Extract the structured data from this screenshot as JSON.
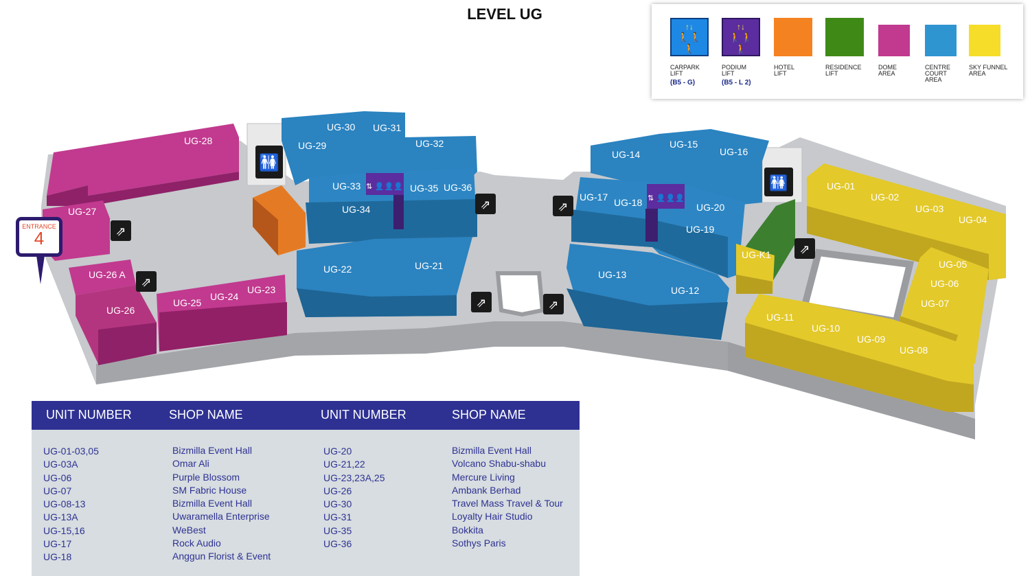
{
  "title": "LEVEL UG",
  "legend": [
    {
      "label": "CARPARK\nLIFT",
      "sub": "(B5 - G)",
      "color": "#1e88e5",
      "icon": "lift-icon"
    },
    {
      "label": "PODIUM\nLIFT",
      "sub": "(B5 - L 2)",
      "color": "#5b2d9e",
      "icon": "lift-icon"
    },
    {
      "label": "HOTEL\nLIFT",
      "sub": "",
      "color": "#f58220",
      "icon": ""
    },
    {
      "label": "RESIDENCE\nLIFT",
      "sub": "",
      "color": "#3f8a17",
      "icon": ""
    },
    {
      "label": "DOME\nAREA",
      "sub": "",
      "color": "#c13a8f",
      "icon": ""
    },
    {
      "label": "CENTRE\nCOURT\nAREA",
      "sub": "",
      "color": "#2f95d1",
      "icon": ""
    },
    {
      "label": "SKY FUNNEL\nAREA",
      "sub": "",
      "color": "#f5dd2a",
      "icon": ""
    }
  ],
  "entrance": {
    "label": "ENTRANCE",
    "number": "4"
  },
  "units": {
    "ug28": "UG-28",
    "ug27": "UG-27",
    "ug26a": "UG-26 A",
    "ug26": "UG-26",
    "ug25": "UG-25",
    "ug24": "UG-24",
    "ug23": "UG-23",
    "ug29": "UG-29",
    "ug30": "UG-30",
    "ug31": "UG-31",
    "ug32": "UG-32",
    "ug33": "UG-33",
    "ug34": "UG-34",
    "ug35": "UG-35",
    "ug36": "UG-36",
    "ug22": "UG-22",
    "ug21": "UG-21",
    "ug14": "UG-14",
    "ug15": "UG-15",
    "ug16": "UG-16",
    "ug17": "UG-17",
    "ug18": "UG-18",
    "ug20": "UG-20",
    "ug19": "UG-19",
    "ug13": "UG-13",
    "ug12": "UG-12",
    "ugk1": "UG-K1",
    "ug01": "UG-01",
    "ug02": "UG-02",
    "ug03": "UG-03",
    "ug04": "UG-04",
    "ug05": "UG-05",
    "ug06": "UG-06",
    "ug07": "UG-07",
    "ug11": "UG-11",
    "ug10": "UG-10",
    "ug09": "UG-09",
    "ug08": "UG-08"
  },
  "colors": {
    "dome": "#b8388a",
    "centre": "#2b83c0",
    "sky": "#e3c92a",
    "hotel": "#e47b24",
    "residence": "#3c7f2f",
    "podium": "#5b2d9e",
    "floor": "#c9cbcf",
    "edge": "#a4a6aa"
  },
  "directory": {
    "headers": [
      "UNIT NUMBER",
      "SHOP NAME",
      "UNIT NUMBER",
      "SHOP NAME"
    ],
    "left_units": [
      "UG-01-03,05",
      "UG-03A",
      "UG-06",
      "UG-07",
      "UG-08-13",
      "UG-13A",
      "UG-15,16",
      "UG-17",
      "UG-18"
    ],
    "left_shops": [
      "Bizmilla Event Hall",
      "Omar Ali",
      "Purple Blossom",
      "SM Fabric House",
      "Bizmilla Event Hall",
      "Uwaramella Enterprise",
      "WeBest",
      "Rock Audio",
      "Anggun Florist & Event"
    ],
    "right_units": [
      "UG-20",
      "UG-21,22",
      "UG-23,23A,25",
      "UG-26",
      "UG-30",
      "UG-31",
      "UG-35",
      "UG-36"
    ],
    "right_shops": [
      "Bizmilla Event Hall",
      "Volcano Shabu-shabu",
      "Mercure Living",
      "Ambank Berhad",
      "Travel Mass Travel & Tour",
      "Loyalty Hair Studio",
      "Bokkita",
      "Sothys Paris"
    ]
  }
}
